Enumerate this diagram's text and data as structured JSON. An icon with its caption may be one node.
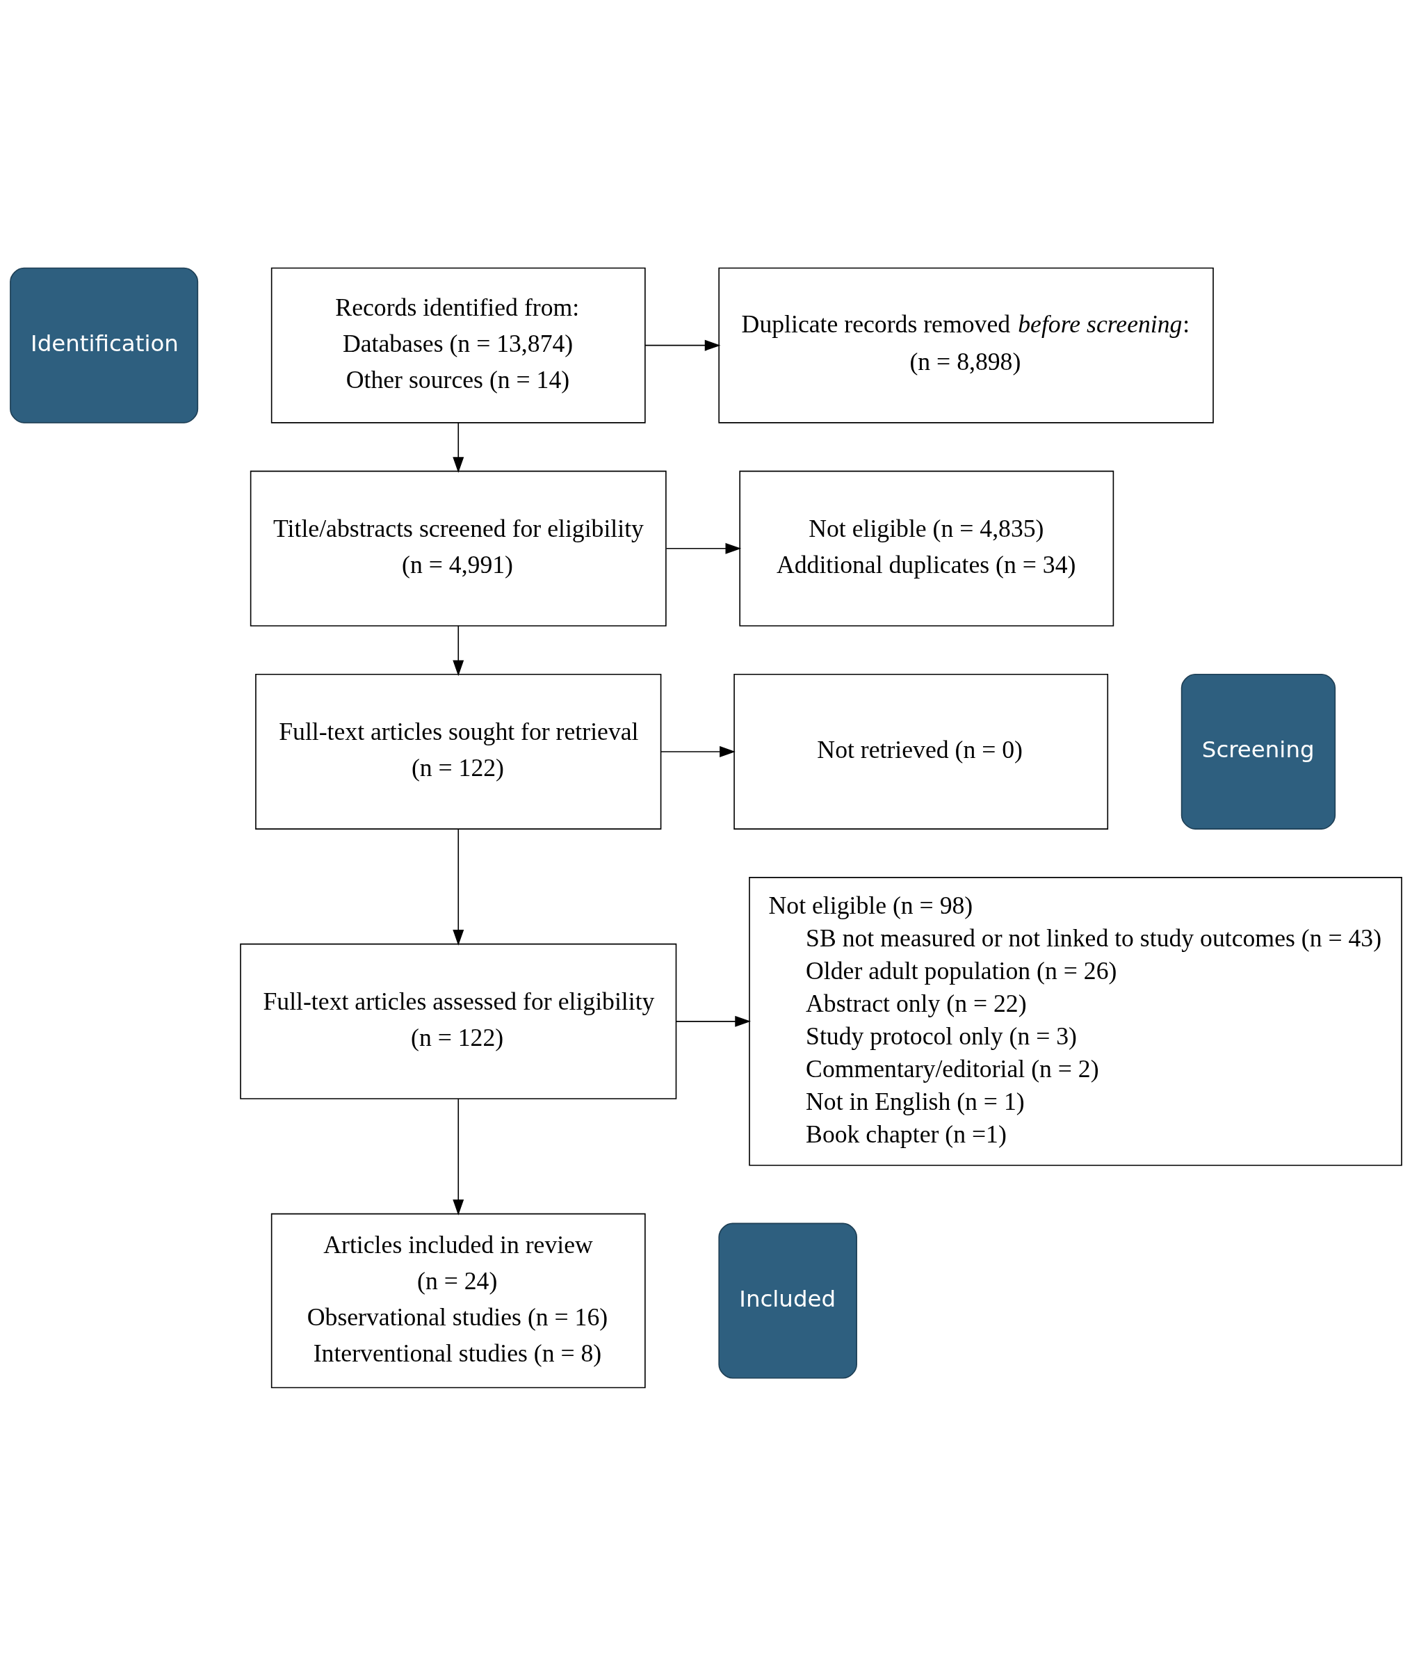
{
  "diagram": {
    "nodes": [
      {
        "text": [
          "Identification"
        ]
      },
      {
        "text": [
          "Records identified from:",
          "Databases (n = 13,874)",
          "Other sources (n = 14)"
        ]
      },
      {
        "text": [
          "Duplicate records removed *before screening*:",
          "(n = 8,898)"
        ]
      },
      {
        "text": [
          "Screening"
        ]
      },
      {
        "text": [
          "Title/abstracts screened for eligibility",
          "(n = 4,991)"
        ]
      },
      {
        "text": [
          "Not eligible (n = 4,835)",
          "Additional duplicates (n = 34)"
        ]
      },
      {
        "text": [
          "Full-text articles sought for retrieval",
          "(n = 122)"
        ]
      },
      {
        "text": [
          "Not retrieved (n = 0)"
        ]
      },
      {
        "text": [
          "Full-text articles assessed for eligibility",
          "(n = 122)"
        ]
      },
      {
        "text": [
          "Not eligible (n = 98)",
          "SB not measured or not linked to study outcomes (n = 43)",
          "Older adult population (n = 26)",
          "Abstract only (n = 22)",
          "Study protocol only (n = 3)",
          "Commentary/editorial (n = 2)",
          "Not in English (n = 1)",
          "Book chapter (n =1)"
        ]
      },
      {
        "text": [
          "Included"
        ]
      },
      {
        "text": [
          "Articles included in review",
          "(n = 24)",
          "Observational studies (n = 16)",
          "Interventional studies (n = 8)"
        ]
      }
    ],
    "edges": [
      {
        "from": 1,
        "to": 2,
        "arrow": "to"
      },
      {
        "from": 1,
        "to": 4,
        "arrow": "to"
      },
      {
        "from": 4,
        "to": 5,
        "arrow": "to"
      },
      {
        "from": 4,
        "to": 6,
        "arrow": "to"
      },
      {
        "from": 6,
        "to": 7,
        "arrow": "to"
      },
      {
        "from": 6,
        "to": 8,
        "arrow": "to"
      },
      {
        "from": 8,
        "to": 9,
        "arrow": "to"
      },
      {
        "from": 8,
        "to": 11,
        "arrow": "to"
      }
    ]
  }
}
